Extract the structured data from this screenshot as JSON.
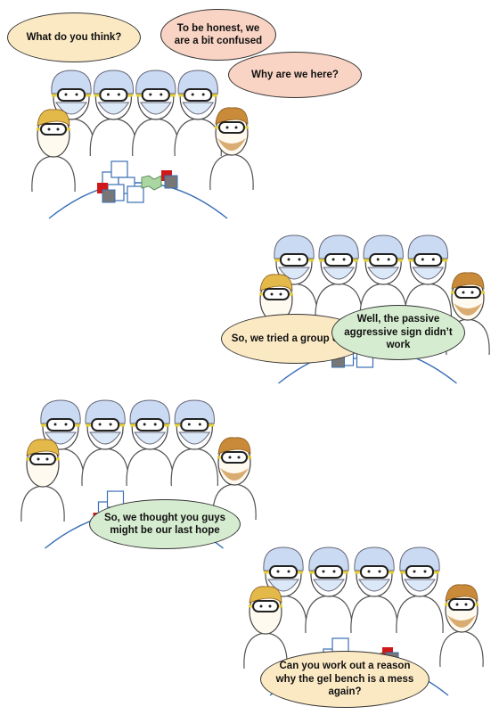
{
  "panels": [
    {
      "bubbles": [
        {
          "text": "What do you think?",
          "color": "#fbe9c4"
        },
        {
          "text": "To be honest, we are a bit confused",
          "color": "#f9d3c3"
        },
        {
          "text": "Why are we here?",
          "color": "#f9d3c3"
        }
      ]
    },
    {
      "bubbles": [
        {
          "text": "So, we tried a group email",
          "color": "#fbe9c4"
        },
        {
          "text": "Well, the passive aggressive sign didn’t work",
          "color": "#d6ecd0"
        }
      ]
    },
    {
      "bubbles": [
        {
          "text": "So, we thought you guys might be our last hope",
          "color": "#d6ecd0"
        }
      ]
    },
    {
      "bubbles": [
        {
          "text": "Can you work out a reason why the gel bench is a mess again?",
          "color": "#fbe9c4"
        }
      ]
    }
  ],
  "colors": {
    "cap": "#c9daf2",
    "mask": "#dbe8f7",
    "goggle_band": "#e8d23a",
    "blond_hair": "#e3b94a",
    "brown_hair": "#c98a3a",
    "table_line": "#3a6fb5",
    "red_block": "#d01818",
    "grey_block": "#777777",
    "green_tube": "#a9d6a1"
  }
}
